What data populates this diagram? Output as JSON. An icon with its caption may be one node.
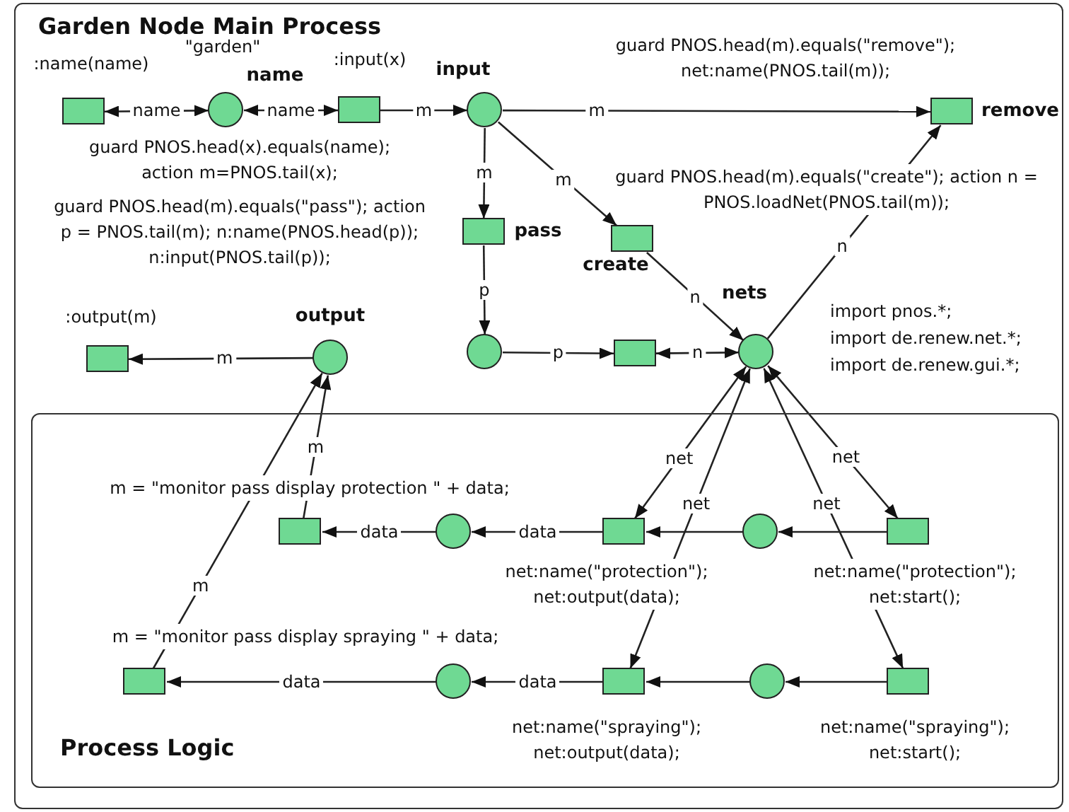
{
  "diagram": {
    "nodes": [
      {
        "text": [
          "Garden Node Main Process"
        ]
      },
      {
        "text": [],
        "shape": "box",
        "in": 0,
        "beside": [
          ":name(name)"
        ]
      },
      {
        "text": [],
        "shape": "circle",
        "in": 0,
        "beside": [
          "\"garden\"",
          "name"
        ]
      },
      {
        "text": [],
        "shape": "box",
        "in": 0,
        "beside": [
          ":input(x)",
          "guard PNOS.head(x).equals(name); action m=PNOS.tail(x);"
        ]
      },
      {
        "text": [],
        "shape": "circle",
        "in": 0,
        "beside": [
          "input"
        ]
      },
      {
        "text": [],
        "shape": "box",
        "in": 0,
        "beside": [
          "remove",
          "guard PNOS.head(m).equals(\"remove\"); net:name(PNOS.tail(m));"
        ]
      },
      {
        "text": [],
        "shape": "box",
        "in": 0,
        "beside": [
          "pass",
          "guard PNOS.head(m).equals(\"pass\"); action p = PNOS.tail(m); n:name(PNOS.head(p)); n:input(PNOS.tail(p));"
        ]
      },
      {
        "text": [],
        "shape": "box",
        "in": 0,
        "beside": [
          "create",
          "guard PNOS.head(m).equals(\"create\"); action n = PNOS.loadNet(PNOS.tail(m));"
        ]
      },
      {
        "text": [],
        "shape": "circle",
        "in": 0
      },
      {
        "text": [],
        "shape": "box",
        "in": 0
      },
      {
        "text": [],
        "shape": "circle",
        "in": 0,
        "beside": [
          "nets"
        ]
      },
      {
        "text": [],
        "shape": "box",
        "in": 0,
        "beside": [
          ":output(m)"
        ]
      },
      {
        "text": [],
        "shape": "circle",
        "in": 0,
        "beside": [
          "output"
        ]
      },
      {
        "text": [
          "Process Logic"
        ],
        "in": 0
      },
      {
        "text": [],
        "shape": "box",
        "in": 13,
        "beside": [
          "m = \"monitor pass display protection \" + data;"
        ]
      },
      {
        "text": [],
        "shape": "circle",
        "in": 13
      },
      {
        "text": [],
        "shape": "box",
        "in": 13,
        "beside": [
          "net:name(\"protection\"); net:output(data);"
        ]
      },
      {
        "text": [],
        "shape": "circle",
        "in": 13
      },
      {
        "text": [],
        "shape": "box",
        "in": 13,
        "beside": [
          "net:name(\"protection\"); net:start();"
        ]
      },
      {
        "text": [],
        "shape": "box",
        "in": 13,
        "beside": [
          "m = \"monitor pass display spraying \" + data;"
        ]
      },
      {
        "text": [],
        "shape": "circle",
        "in": 13
      },
      {
        "text": [],
        "shape": "box",
        "in": 13,
        "beside": [
          "net:name(\"spraying\"); net:output(data);"
        ]
      },
      {
        "text": [],
        "shape": "circle",
        "in": 13
      },
      {
        "text": [],
        "shape": "box",
        "in": 13,
        "beside": [
          "net:name(\"spraying\"); net:start();"
        ]
      }
    ],
    "edges": [
      {
        "from": 2,
        "to": 1,
        "arrow": "both",
        "label": "name"
      },
      {
        "from": 3,
        "to": 2,
        "arrow": "both",
        "label": "name"
      },
      {
        "from": 3,
        "to": 4,
        "arrow": "to",
        "label": "m"
      },
      {
        "from": 4,
        "to": 5,
        "arrow": "to",
        "label": "m"
      },
      {
        "from": 4,
        "to": 6,
        "arrow": "to",
        "label": "m"
      },
      {
        "from": 4,
        "to": 7,
        "arrow": "to",
        "label": "m"
      },
      {
        "from": 6,
        "to": 8,
        "arrow": "to",
        "label": "p"
      },
      {
        "from": 8,
        "to": 9,
        "arrow": "to",
        "label": "p"
      },
      {
        "from": 9,
        "to": 10,
        "arrow": "both",
        "label": "n"
      },
      {
        "from": 7,
        "to": 10,
        "arrow": "to",
        "label": "n"
      },
      {
        "from": 10,
        "to": 5,
        "arrow": "to",
        "label": "n"
      },
      {
        "from": 12,
        "to": 11,
        "arrow": "to",
        "label": "m"
      },
      {
        "from": 14,
        "to": 12,
        "arrow": "to",
        "label": "m"
      },
      {
        "from": 19,
        "to": 12,
        "arrow": "to",
        "label": "m"
      },
      {
        "from": 10,
        "to": 16,
        "arrow": "both",
        "label": "net"
      },
      {
        "from": 10,
        "to": 21,
        "arrow": "both",
        "label": "net"
      },
      {
        "from": 10,
        "to": 23,
        "arrow": "both",
        "label": "net"
      },
      {
        "from": 10,
        "to": 18,
        "arrow": "both",
        "label": "net"
      },
      {
        "from": 18,
        "to": 17,
        "arrow": "to"
      },
      {
        "from": 17,
        "to": 16,
        "arrow": "to"
      },
      {
        "from": 16,
        "to": 15,
        "arrow": "to",
        "label": "data"
      },
      {
        "from": 15,
        "to": 14,
        "arrow": "to",
        "label": "data"
      },
      {
        "from": 23,
        "to": 22,
        "arrow": "to"
      },
      {
        "from": 22,
        "to": 21,
        "arrow": "to"
      },
      {
        "from": 21,
        "to": 20,
        "arrow": "to",
        "label": "data"
      },
      {
        "from": 20,
        "to": 19,
        "arrow": "to",
        "label": "data"
      }
    ],
    "labels": [
      "import pnos.*;",
      "import de.renew.net.*;",
      "import de.renew.gui.*;"
    ]
  }
}
